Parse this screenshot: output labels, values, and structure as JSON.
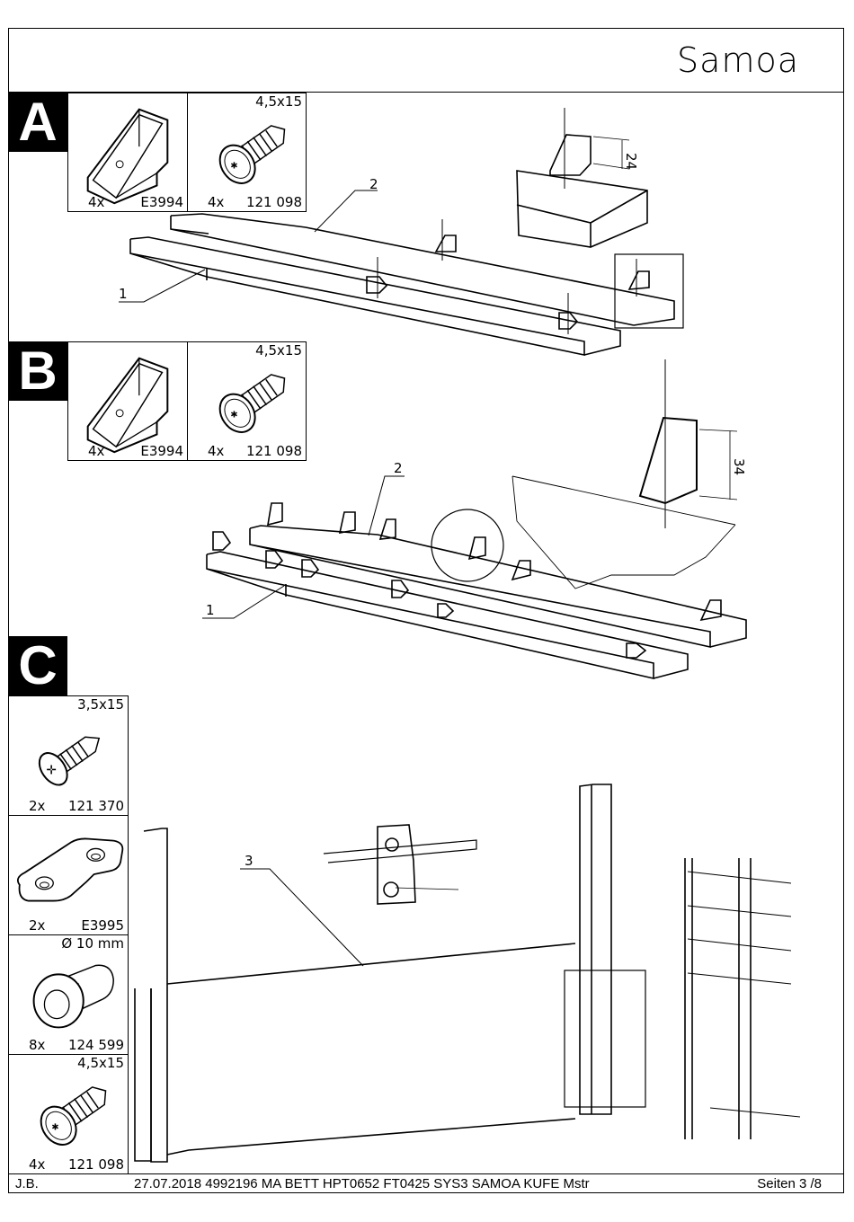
{
  "document": {
    "title": "Samoa",
    "type": "assembly-instructions"
  },
  "steps": [
    {
      "label": "A",
      "parts": [
        {
          "qty": "4x",
          "code": "E3994",
          "size": "",
          "icon": "corner-bracket-icon"
        },
        {
          "qty": "4x",
          "code": "121 098",
          "size": "4,5x15",
          "icon": "wafer-head-screw-icon"
        }
      ],
      "callouts": [
        "2",
        "1"
      ],
      "dimension": "24"
    },
    {
      "label": "B",
      "parts": [
        {
          "qty": "4x",
          "code": "E3994",
          "size": "",
          "icon": "corner-bracket-icon"
        },
        {
          "qty": "4x",
          "code": "121 098",
          "size": "4,5x15",
          "icon": "wafer-head-screw-icon"
        }
      ],
      "callouts": [
        "2",
        "1"
      ],
      "dimension": "34"
    },
    {
      "label": "C",
      "parts": [
        {
          "qty": "2x",
          "code": "121 370",
          "size": "3,5x15",
          "icon": "countersunk-screw-icon"
        },
        {
          "qty": "2x",
          "code": "E3995",
          "size": "",
          "icon": "connector-plate-icon"
        },
        {
          "qty": "8x",
          "code": "124 599",
          "size": "Ø 10 mm",
          "icon": "bolt-cover-icon"
        },
        {
          "qty": "4x",
          "code": "121 098",
          "size": "4,5x15",
          "icon": "wafer-head-screw-icon"
        }
      ],
      "callouts": [
        "3"
      ]
    }
  ],
  "footer": {
    "author": "J.B.",
    "info": "27.07.2018  4992196 MA BETT HPT0652 FT0425 SYS3 SAMOA KUFE Mstr",
    "page": "Seiten 3 /8"
  }
}
